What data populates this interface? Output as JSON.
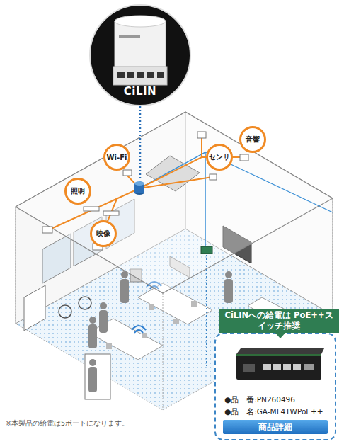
{
  "diagram": {
    "nodes": [
      {
        "text": [
          "CiLIN"
        ]
      },
      {
        "text": [
          "音響"
        ]
      },
      {
        "text": [
          "Wi-Fi"
        ]
      },
      {
        "text": [
          "センサ"
        ]
      },
      {
        "text": [
          "照明"
        ]
      },
      {
        "text": [
          "映像"
        ]
      },
      {
        "text": [
          "CiLINへの給電は PoE++スイッチ推奨"
        ]
      },
      {
        "text": [
          "●品　番:PN260496",
          "●品　名:GA-ML4TWPoE++"
        ]
      },
      {
        "text": [
          "商品詳細"
        ],
        "in": 7
      }
    ],
    "labels": [
      "※本製品の給電は5ポートになります。"
    ]
  }
}
